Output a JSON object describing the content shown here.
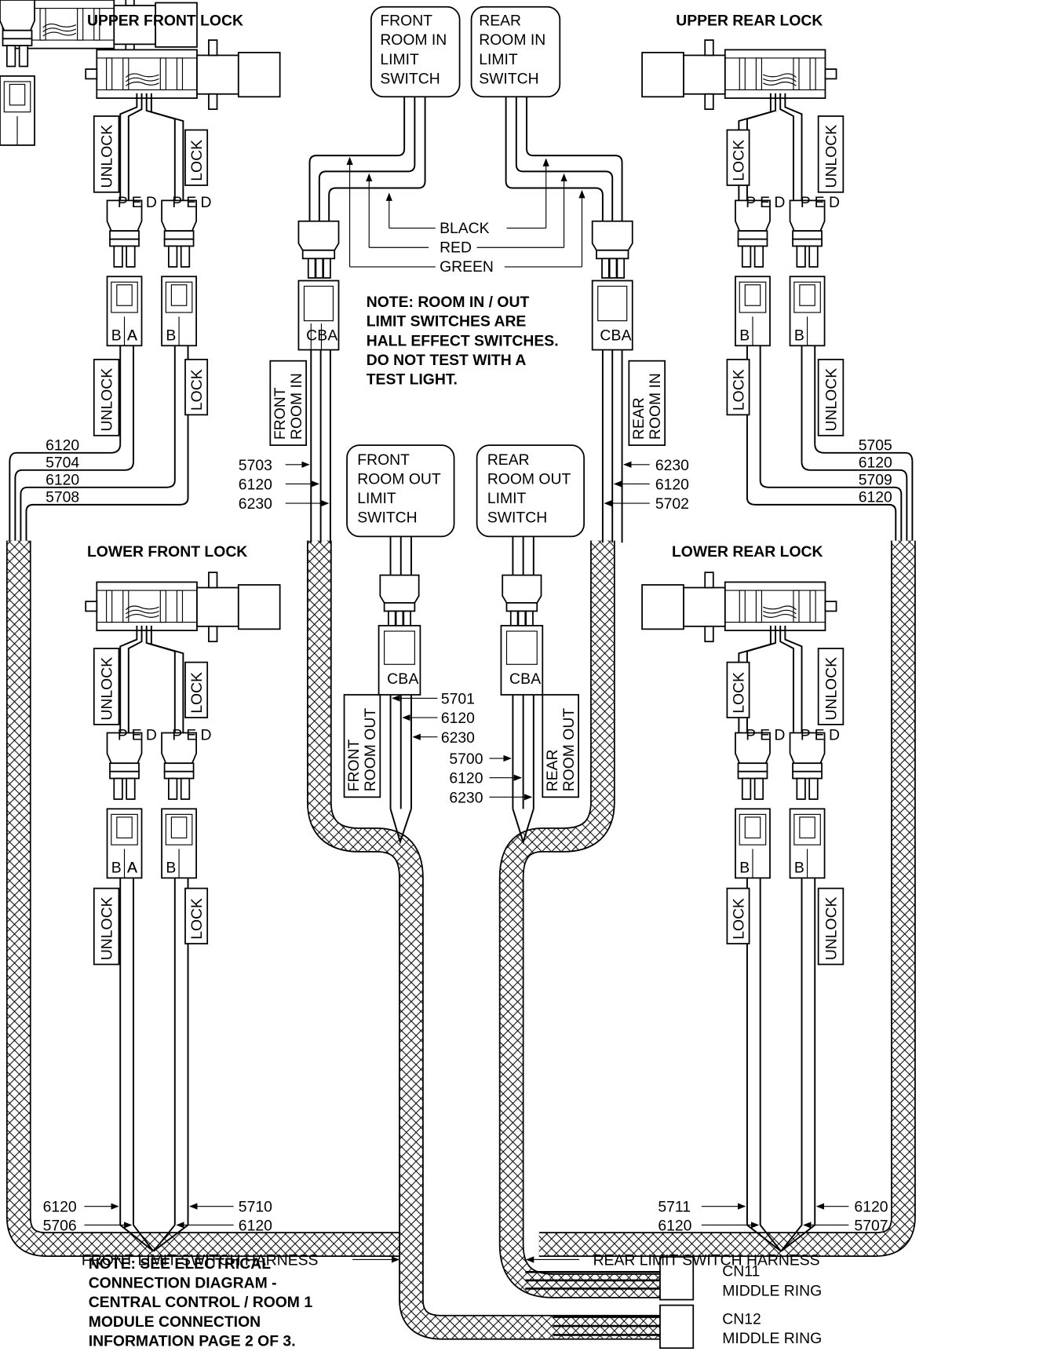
{
  "title_locks": {
    "upper_front": "UPPER FRONT LOCK",
    "upper_rear": "UPPER REAR LOCK",
    "lower_front": "LOWER FRONT LOCK",
    "lower_rear": "LOWER REAR LOCK"
  },
  "switches": {
    "front_in": [
      "FRONT",
      "ROOM IN",
      "LIMIT",
      "SWITCH"
    ],
    "rear_in": [
      "REAR",
      "ROOM IN",
      "LIMIT",
      "SWITCH"
    ],
    "front_out": [
      "FRONT",
      "ROOM OUT",
      "LIMIT",
      "SWITCH"
    ],
    "rear_out": [
      "REAR",
      "ROOM OUT",
      "LIMIT",
      "SWITCH"
    ]
  },
  "wire_colors": {
    "black": "BLACK",
    "red": "RED",
    "green": "GREEN"
  },
  "note_hall": [
    "NOTE: ROOM IN / OUT",
    "LIMIT SWITCHES ARE",
    "HALL EFFECT SWITCHES.",
    "DO NOT TEST WITH A",
    "TEST LIGHT."
  ],
  "note_ref": [
    "NOTE: SEE ELECTRICAL",
    "CONNECTION DIAGRAM -",
    "CENTRAL CONTROL / ROOM 1",
    "MODULE CONNECTION",
    "INFORMATION PAGE 2 OF 3."
  ],
  "tags": {
    "unlock": "UNLOCK",
    "lock": "LOCK",
    "front_room_in": [
      "FRONT",
      "ROOM IN"
    ],
    "rear_room_in": [
      "REAR",
      "ROOM IN"
    ],
    "front_room_out": [
      "FRONT",
      "ROOM OUT"
    ],
    "rear_room_out": [
      "REAR",
      "ROOM OUT"
    ]
  },
  "pins": {
    "a": "A",
    "b": "B",
    "c": "C",
    "ped": "P E D"
  },
  "wires": {
    "upper_front": [
      "6120",
      "5704",
      "6120",
      "5708"
    ],
    "upper_rear": [
      "5705",
      "6120",
      "5709",
      "6120"
    ],
    "front_in": [
      "5703",
      "6120",
      "6230"
    ],
    "rear_in": [
      "6230",
      "6120",
      "5702"
    ],
    "front_out": [
      "5701",
      "6120",
      "6230"
    ],
    "rear_out": [
      "5700",
      "6120",
      "6230"
    ],
    "lower_front_left": [
      "6120",
      "5706"
    ],
    "lower_front_right": [
      "5710",
      "6120"
    ],
    "lower_rear_left": [
      "5711",
      "6120"
    ],
    "lower_rear_right": [
      "6120",
      "5707"
    ]
  },
  "harness": {
    "front": "FRONT LIMIT SWITCH HARNESS",
    "rear": "REAR LIMIT SWITCH HARNESS"
  },
  "connectors": {
    "cn11": [
      "CN11",
      "MIDDLE RING"
    ],
    "cn12": [
      "CN12",
      "MIDDLE RING"
    ]
  }
}
